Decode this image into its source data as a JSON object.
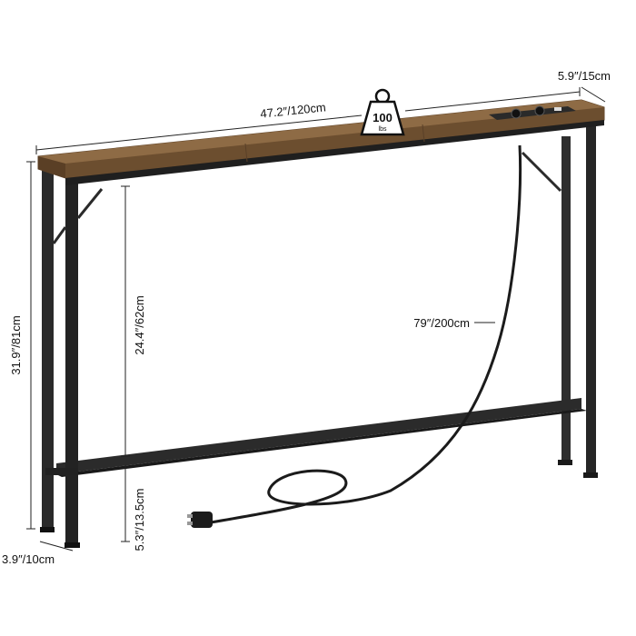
{
  "dimensions": {
    "width": "47.2″/120cm",
    "depth": "5.9″/15cm",
    "total_height": "31.9″/81cm",
    "shelf_gap": "24.4″/62cm",
    "bottom_clearance": "5.3″/13.5cm",
    "leg_depth": "3.9″/10cm",
    "cord_length": "79″/200cm"
  },
  "load_badge": {
    "value": "100",
    "unit": "lbs"
  },
  "colors": {
    "wood": "#8a6a45",
    "wood_dark": "#5f4328",
    "frame": "#2a2a2a",
    "dim_line": "#222222",
    "background": "#ffffff"
  }
}
